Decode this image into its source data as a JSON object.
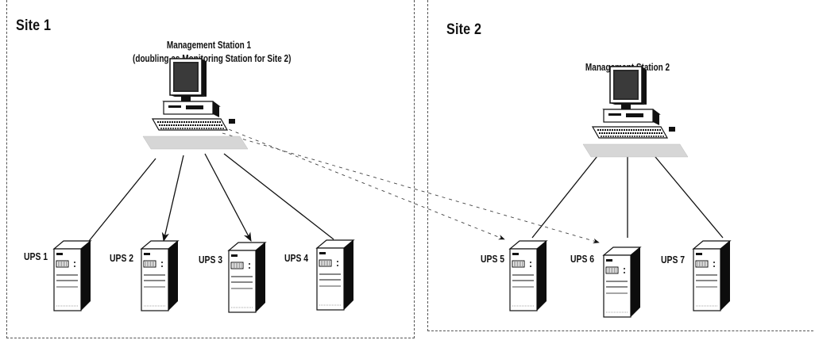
{
  "sites": [
    {
      "title": "Site 1",
      "station": {
        "line1": "Management Station 1",
        "line2": "(doubling as Monitoring Station for Site 2)"
      },
      "ups": [
        "UPS 1",
        "UPS 2",
        "UPS 3",
        "UPS 4"
      ]
    },
    {
      "title": "Site 2",
      "station": {
        "line1": "Management Station 2",
        "line2": ""
      },
      "ups": [
        "UPS 5",
        "UPS 6",
        "UPS 7"
      ]
    }
  ],
  "icons": {
    "computer": "computer-icon",
    "ups": "ups-tower-icon"
  },
  "colors": {
    "line": "#111111",
    "dashed_border": "#555555",
    "screen": "#2a2a2a",
    "ups_side": "#0d0d0d"
  }
}
